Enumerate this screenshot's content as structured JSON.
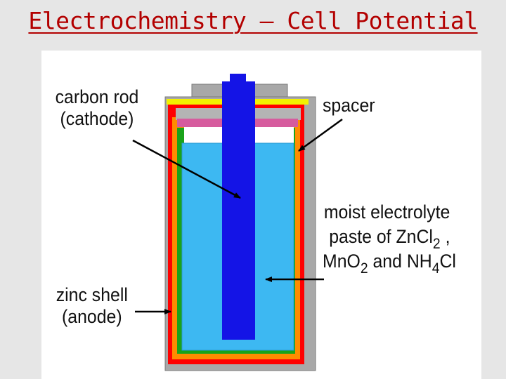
{
  "slide": {
    "title": "Electrochemistry – Cell Potential"
  },
  "labels": {
    "carbon_rod_line1": "carbon rod",
    "carbon_rod_line2": "(cathode)",
    "spacer": "spacer",
    "electrolyte_line1": "moist electrolyte",
    "electrolyte_line2_a": "paste of ZnCl",
    "electrolyte_line2_sub": "2",
    "electrolyte_line2_b": " ,",
    "electrolyte_line3_a": "MnO",
    "electrolyte_line3_sub1": "2",
    "electrolyte_line3_b": " and NH",
    "electrolyte_line3_sub2": "4",
    "electrolyte_line3_c": "Cl",
    "zinc_shell_line1": "zinc shell",
    "zinc_shell_line2": "(anode)"
  },
  "colors": {
    "title": "#b30000",
    "background": "#e6e6e6",
    "panel": "#ffffff",
    "outer_casing": "#a8a8a8",
    "red_layer": "#ff0000",
    "orange_layer": "#ff8c00",
    "green_layer": "#1aa31a",
    "spacer_strip": "#f2f200",
    "pink_layer": "#d65c9e",
    "electrolyte": "#3db8f2",
    "carbon_rod": "#1414e6",
    "arrow": "#000000"
  }
}
